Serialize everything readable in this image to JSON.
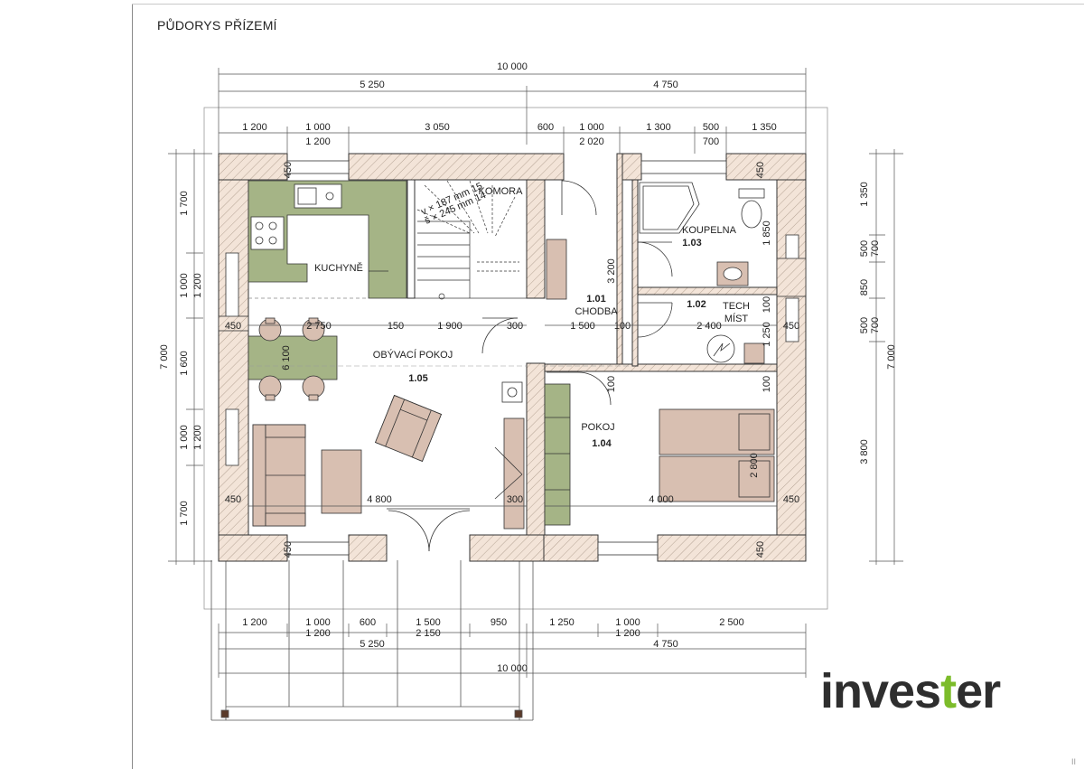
{
  "sheet_title": "PŮDORYS PŘÍZEMÍ",
  "logo": {
    "part1": "inves",
    "part2": "t",
    "part3": "er",
    "accent": "#7cbc2a",
    "text_color": "#2e2e2e"
  },
  "corner_mark": "II",
  "colors": {
    "wall_fill": "#f3e4d8",
    "furniture_green": "#a5b486",
    "furniture_pink": "#d8bfb1",
    "line": "#333333"
  },
  "rooms": [
    {
      "name": "KUCHYNĚ",
      "number": ""
    },
    {
      "name": "KOMORA",
      "number": ""
    },
    {
      "name": "CHODBA",
      "number": "1.01"
    },
    {
      "name": "TECH",
      "name2": "MÍST",
      "number": "1.02"
    },
    {
      "name": "KOUPELNA",
      "number": "1.03"
    },
    {
      "name": "POKOJ",
      "number": "1.04"
    },
    {
      "name": "OBÝVACÍ POKOJ",
      "number": "1.05"
    }
  ],
  "stair_notes": [
    "v × 187 mm 15",
    "š × 245 mm 14"
  ],
  "dims_top": {
    "overall": "10 000",
    "halves": [
      "5 250",
      "4 750"
    ],
    "segments": [
      "1 200",
      "1 000",
      "3 050",
      "600",
      "1 000",
      "1 300",
      "500",
      "1 350"
    ],
    "sub": [
      "1 200",
      "2 020",
      "700"
    ]
  },
  "dims_bottom": {
    "segments": [
      "1 200",
      "1 000",
      "600",
      "1 500",
      "950",
      "1 250",
      "1 000",
      "2 500"
    ],
    "sub": [
      "1 200",
      "2 150",
      "1 200"
    ],
    "halves": [
      "5 250",
      "4 750"
    ],
    "overall": "10 000"
  },
  "dims_left": {
    "overall": "7 000",
    "segments": [
      "1 700",
      "1 000",
      "1 600",
      "1 000",
      "1 700"
    ],
    "sub": [
      "1 200",
      "1 200"
    ]
  },
  "dims_right": {
    "overall": "7 000",
    "segments": [
      "1 350",
      "500",
      "850",
      "500",
      "3 800"
    ],
    "sub": [
      "700",
      "700"
    ]
  },
  "dims_inner": {
    "wall_450": "450",
    "kitchen_width": "2 750",
    "d150": "150",
    "d1900": "1 900",
    "d300": "300",
    "hall_1500": "1 500",
    "d100": "100",
    "tech_2400": "2 400",
    "hall_3200": "3 200",
    "bath_1850": "1 850",
    "tech_1250": "1 250",
    "living_6100": "6 100",
    "living_4800": "4 800",
    "room_4000": "4 000",
    "room_2800": "2 800"
  }
}
